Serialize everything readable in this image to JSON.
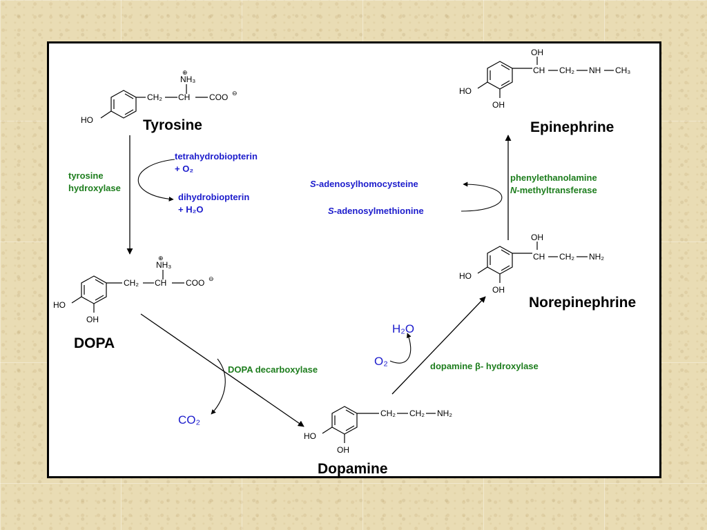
{
  "molecules": {
    "tyrosine": {
      "name": "Tyrosine",
      "ho": "HO",
      "chain": [
        "CH₂",
        "CH",
        "COO",
        "⊖",
        "NH₃",
        "⊕"
      ]
    },
    "dopa": {
      "name": "DOPA",
      "ho": "HO",
      "oh": "OH",
      "chain": [
        "CH₂",
        "CH",
        "COO",
        "⊖",
        "NH₃",
        "⊕"
      ]
    },
    "dopamine": {
      "name": "Dopamine",
      "ho": "HO",
      "oh": "OH",
      "chain": [
        "CH₂",
        "CH₂",
        "NH₂"
      ]
    },
    "norepinephrine": {
      "name": "Norepinephrine",
      "ho": "HO",
      "oh": "OH",
      "chain": [
        "CH",
        "CH₂",
        "NH₂",
        "OH"
      ]
    },
    "epinephrine": {
      "name": "Epinephrine",
      "ho": "HO",
      "oh": "OH",
      "chain": [
        "CH",
        "CH₂",
        "NH",
        "CH₃",
        "OH"
      ]
    }
  },
  "enzymes": {
    "tyrosine_hydroxylase": [
      "tyrosine",
      "hydroxylase"
    ],
    "dopa_decarboxylase": "DOPA decarboxylase",
    "dopamine_beta_hydroxylase": "dopamine β- hydroxylase",
    "pnmt": [
      "phenylethanolamine",
      "N",
      "-methyltransferase"
    ]
  },
  "cofactors": {
    "th_in": [
      "tetrahydrobiopterin",
      "+ O₂"
    ],
    "th_out": [
      "dihydrobiopterin",
      "+ H₂O"
    ],
    "ddc_out": "CO₂",
    "dbh_in": "O₂",
    "dbh_out": "H₂O",
    "pnmt_in": [
      "S",
      "-adenosylmethionine"
    ],
    "pnmt_out": [
      "S",
      "-adenosylhomocysteine"
    ]
  },
  "colors": {
    "enzyme": "#1d7d1d",
    "cofactor": "#1c1ccc",
    "molecule": "#000000",
    "frame": "#000000",
    "background": "#e9dcb4"
  }
}
